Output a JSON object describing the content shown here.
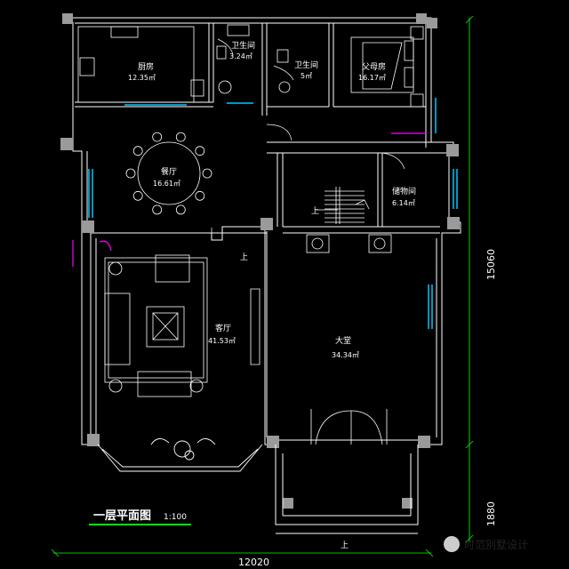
{
  "rooms": {
    "kitchen": {
      "name": "厨房",
      "area": "12.35㎡"
    },
    "bath1": {
      "name": "卫生间",
      "area": "3.24㎡"
    },
    "bath2": {
      "name": "卫生间",
      "area": "5㎡"
    },
    "parents": {
      "name": "父母房",
      "area": "16.17㎡"
    },
    "dining": {
      "name": "餐厅",
      "area": "16.61㎡"
    },
    "storage": {
      "name": "储物间",
      "area": "6.14㎡"
    },
    "living": {
      "name": "客厅",
      "area": "41.53㎡"
    },
    "hall": {
      "name": "大堂",
      "area": "34.34㎡"
    }
  },
  "dimensions": {
    "width": "12020",
    "height_main": "15060",
    "height_porch": "1880"
  },
  "title": {
    "text": "一层平面图",
    "scale": "1:100"
  },
  "stair_marks": {
    "up": "上"
  },
  "watermark": {
    "text": "时范别墅设计"
  },
  "colors": {
    "background": "#000000",
    "wall": "#ffffff",
    "window": "#00c8ff",
    "door": "#ffffff",
    "accent": "#ff00ff",
    "title_line": "#00ff00",
    "column": "#9a9a9a",
    "dim_line": "#00ff00"
  }
}
